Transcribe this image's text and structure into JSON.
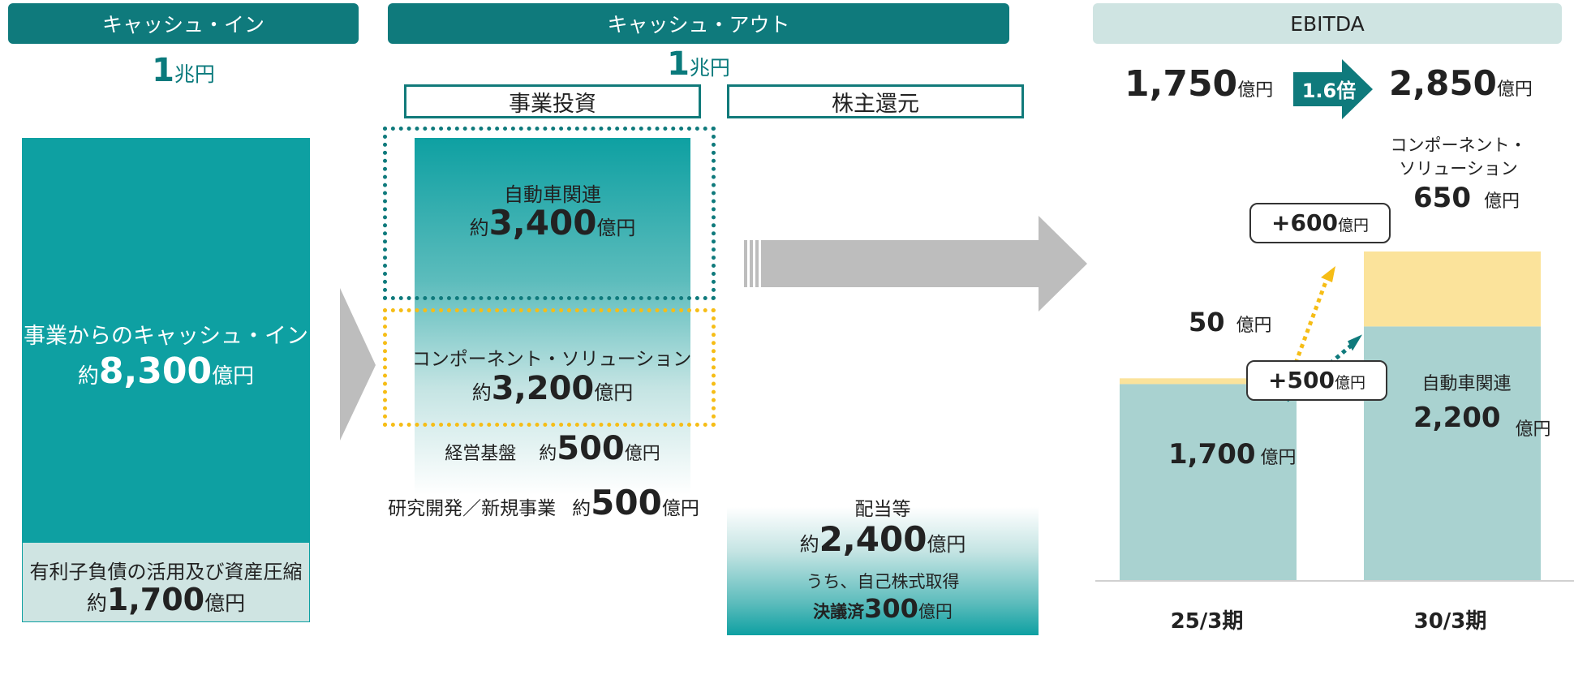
{
  "headers": {
    "cash_in": "キャッシュ・イン",
    "cash_out": "キャッシュ・アウト",
    "ebitda": "EBITDA"
  },
  "totals": {
    "cash_in_num": "1",
    "cash_in_unit": "兆円",
    "cash_out_num": "1",
    "cash_out_unit": "兆円"
  },
  "cash_in": {
    "business_label": "事業からのキャッシュ・イン",
    "business_prefix": "約",
    "business_value": "8,300",
    "business_unit": "億円",
    "debt_label": "有利子負債の活用及び資産圧縮",
    "debt_prefix": "約",
    "debt_value": "1,700",
    "debt_unit": "億円"
  },
  "cash_out": {
    "invest_label": "事業投資",
    "return_label": "株主還元",
    "auto_label": "自動車関連",
    "auto_prefix": "約",
    "auto_value": "3,400",
    "auto_unit": "億円",
    "comp_label": "コンポーネント・ソリューション",
    "comp_prefix": "約",
    "comp_value": "3,200",
    "comp_unit": "億円",
    "mgmt_label": "経営基盤",
    "mgmt_prefix": "約",
    "mgmt_value": "500",
    "mgmt_unit": "億円",
    "rnd_label": "研究開発／新規事業",
    "rnd_prefix": "約",
    "rnd_value": "500",
    "rnd_unit": "億円",
    "div_label": "配当等",
    "div_prefix": "約",
    "div_value": "2,400",
    "div_unit": "億円",
    "buyback_label": "うち、自己株式取得",
    "buyback_prefix": "決議済",
    "buyback_value": "300",
    "buyback_unit": "億円"
  },
  "ebitda": {
    "from_value": "1,750",
    "from_unit": "億円",
    "growth": "1.6倍",
    "to_value": "2,850",
    "to_unit": "億円",
    "increase_comp_value": "+600",
    "increase_comp_unit": "億円",
    "increase_auto_value": "+500",
    "increase_auto_unit": "億円"
  },
  "chart_data": {
    "type": "bar",
    "title": "EBITDA",
    "categories": [
      "25/3期",
      "30/3期"
    ],
    "series": [
      {
        "name": "自動車関連",
        "values": [
          1700,
          2200
        ]
      },
      {
        "name": "コンポーネント・ソリューション",
        "values": [
          50,
          650
        ]
      }
    ],
    "value_labels": {
      "auto": [
        "1,700",
        "2,200"
      ],
      "comp": [
        "50",
        "650"
      ],
      "unit": "億円"
    },
    "series_labels": {
      "auto": "自動車関連",
      "comp_line1": "コンポーネント・",
      "comp_line2": "ソリューション"
    },
    "ylim": [
      0,
      2850
    ],
    "colors": {
      "auto": "#a9d2d0",
      "comp": "#fbe39b",
      "teal": "#0f7a7c",
      "gold": "#f6bd16"
    }
  }
}
